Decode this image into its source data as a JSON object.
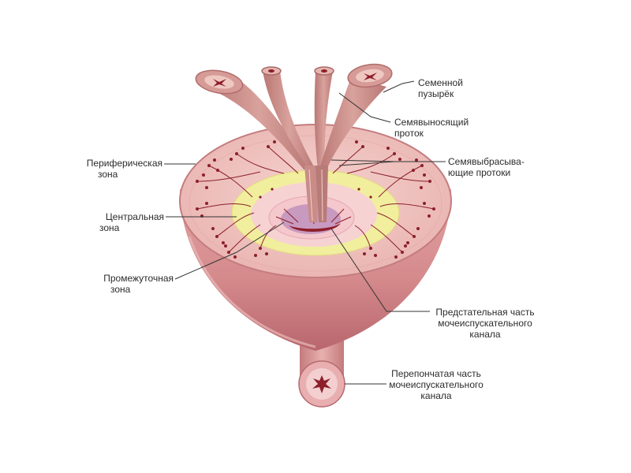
{
  "labels": {
    "seminal_vesicle": [
      "Семенной",
      "пузырёк"
    ],
    "vas_deferens": [
      "Семявыносящий",
      "проток"
    ],
    "ejaculatory_ducts": [
      "Семявыбрасыва-",
      "ющие протоки"
    ],
    "peripheral_zone": [
      "Периферическая",
      "зона"
    ],
    "central_zone": [
      "Центральная",
      "зона"
    ],
    "transition_zone": [
      "Промежуточная",
      "зона"
    ],
    "prostatic_urethra": [
      "Предстательная часть",
      "мочеиспускательного",
      "канала"
    ],
    "membranous_urethra": [
      "Перепончатая часть",
      "мочеиспускательного",
      "канала"
    ]
  },
  "colors": {
    "gland_outer": "#d68f8f",
    "gland_cut": "#efc6c3",
    "gland_shadow": "#b96a6e",
    "central_yellow": "#f1ee9e",
    "transition_pink": "#f4c8cc",
    "inner_purple": "#c99ac0",
    "urethra_red": "#8c1f2a",
    "duct_tone": "#c98c88",
    "leader_line": "#333333"
  }
}
